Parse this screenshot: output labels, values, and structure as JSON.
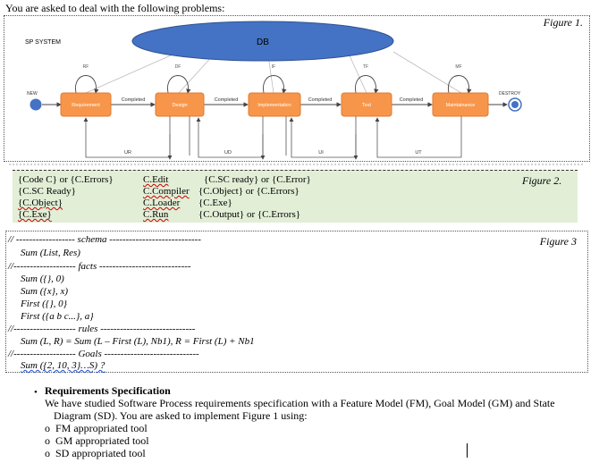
{
  "intro": "You are asked to deal with the following problems:",
  "figure1": {
    "label": "Figure 1.",
    "system_label": "SP SYSTEM",
    "db_label": "DB",
    "new_label": "NEW",
    "destroy_label": "DESTROY",
    "phases": [
      "Requirement",
      "Design",
      "Implementation",
      "Test",
      "Maintainance"
    ],
    "loop_labels": [
      "RF",
      "DF",
      "IF",
      "TF",
      "MF"
    ],
    "completed_label": "Completed",
    "return_labels": [
      "UR",
      "UD",
      "UI",
      "UT"
    ],
    "colors": {
      "db": "#4472c4",
      "phase": "#f7964a",
      "state": "#4472c4"
    }
  },
  "figure2": {
    "label": "Figure 2.",
    "col1": [
      "{Code C} or {C.Errors}",
      "{C.SC Ready}",
      "{C.Object}",
      "{C.Exe}"
    ],
    "col2": [
      "C.Edit",
      "C.Compiler",
      "C.Loader",
      "C.Run"
    ],
    "col3": [
      "{C.SC ready} or {C.Error}",
      "{C.Object} or {C.Errors}",
      "{C.Exe}",
      "{C.Output} or {C.Errors}"
    ]
  },
  "figure3": {
    "label": "Figure 3",
    "lines": [
      "// ------------------ schema ----------------------------",
      "Sum (List, Res)",
      "//------------------- facts ----------------------------",
      "Sum ({}, 0)",
      "Sum ({x}, x)",
      "First ({}, 0}",
      "First ({a b c...}, a}",
      "//------------------- rules -----------------------------",
      "Sum (L, R) = Sum (L – First (L), Nb1), R = First (L) + Nb1",
      "//------------------- Goals -----------------------------",
      "Sum ({2, 10, 3}…S) ?"
    ]
  },
  "requirements": {
    "heading": "Requirements Specification",
    "text1": "We have studied Software Process requirements specification with a Feature Model (FM), Goal Model (GM) and State",
    "text2": "Diagram (SD). You are asked to implement Figure 1 using:",
    "items": [
      "FM appropriated tool",
      "GM appropriated tool",
      "SD appropriated tool"
    ]
  }
}
